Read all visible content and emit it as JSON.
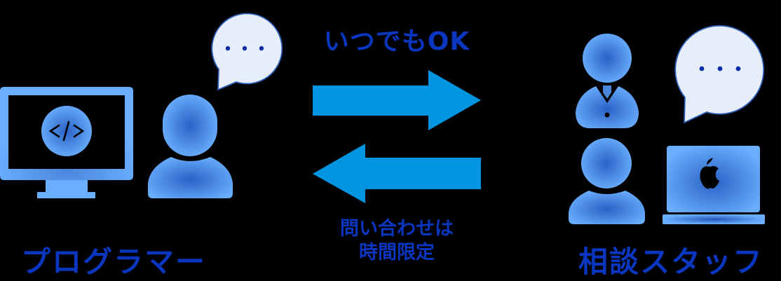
{
  "diagram": {
    "top_label": "いつでもOK",
    "bottom_label_lines": [
      "問い合わせは",
      "時間限定"
    ],
    "left_actor": {
      "label": "プログラマー",
      "icons": [
        "monitor-code-icon",
        "person-icon",
        "speech-bubble-icon"
      ],
      "bubble_text": "• • •"
    },
    "right_actor": {
      "label": "相談スタッフ",
      "icons": [
        "businessperson-icon",
        "person-icon",
        "speech-bubble-icon",
        "laptop-apple-icon"
      ],
      "bubble_text": "• • •"
    },
    "arrows": [
      {
        "direction": "right",
        "from": "プログラマー",
        "to": "相談スタッフ"
      },
      {
        "direction": "left",
        "from": "相談スタッフ",
        "to": "プログラマー"
      }
    ],
    "code_glyph": "</>"
  },
  "colors": {
    "background": "#000000",
    "text_blue": "#0a36c0",
    "arrow_blue": "#0095e0",
    "icon_light": "#6aafff",
    "icon_dark": "#2a62c4",
    "bubble_fill": "#e8eef9",
    "bubble_stroke": "#2e5fb8",
    "dot_blue": "#0a2ea8"
  }
}
